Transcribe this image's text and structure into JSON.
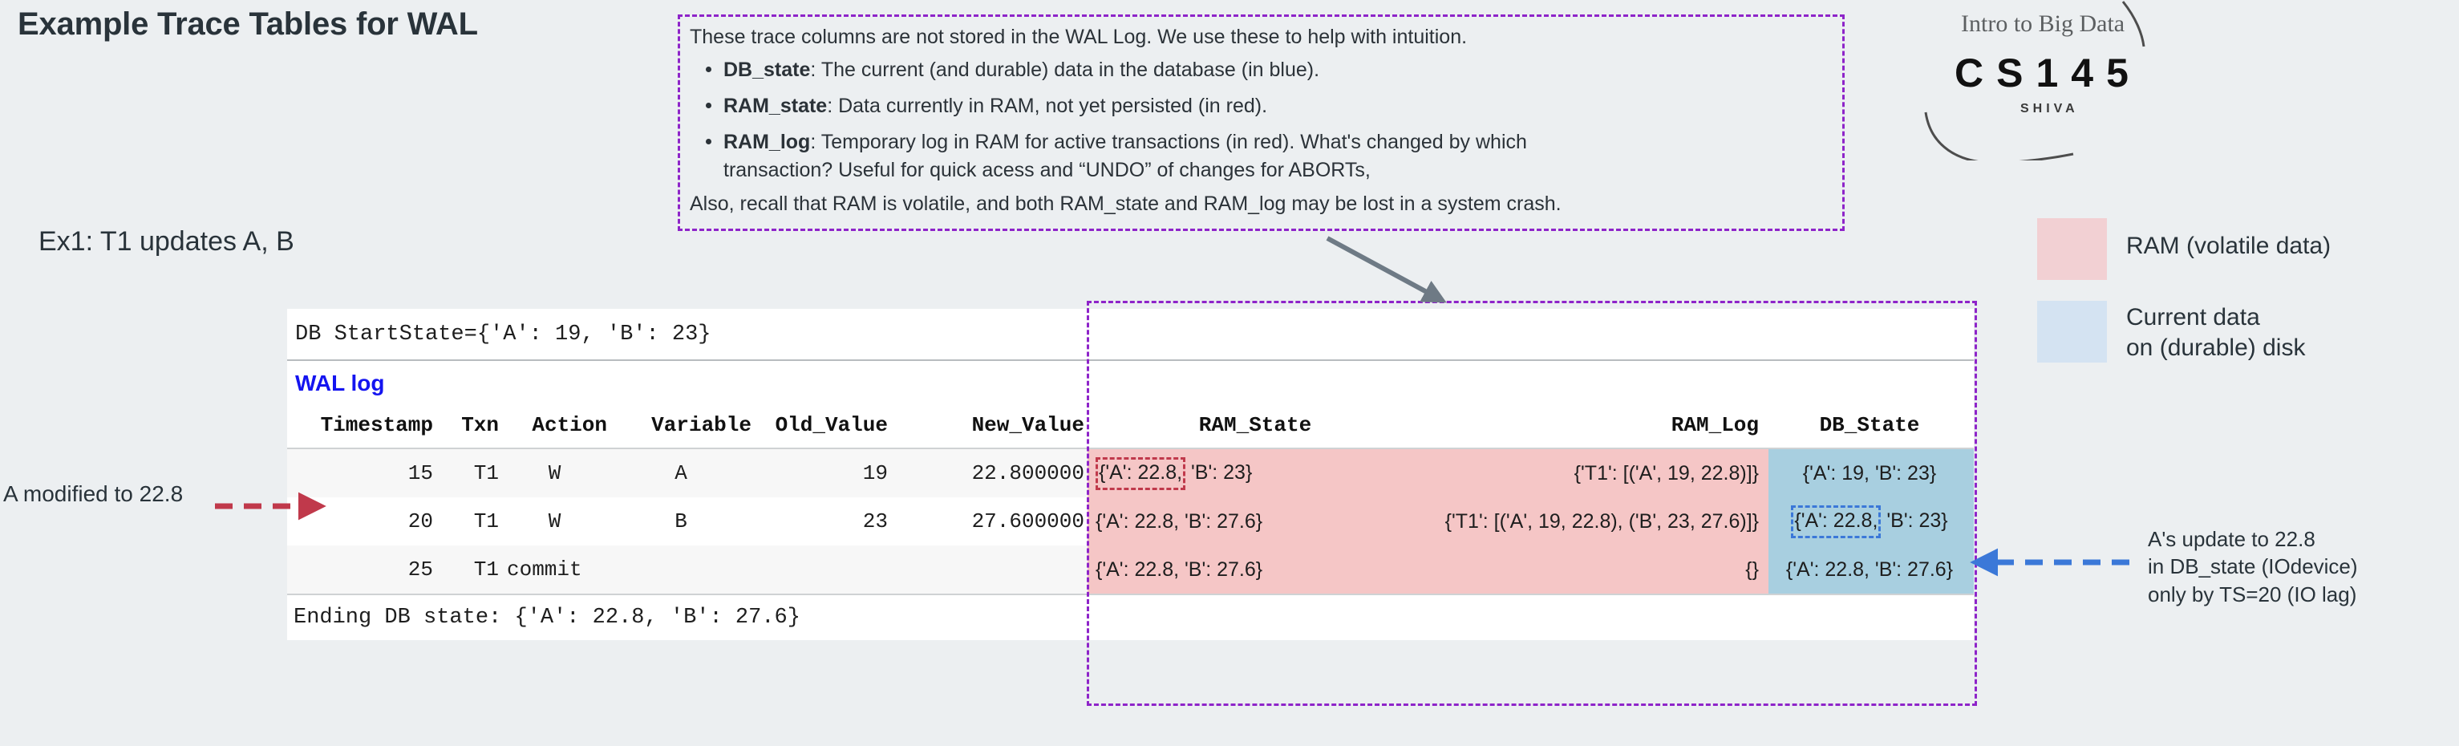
{
  "page": {
    "title": "Example Trace Tables for WAL",
    "background_color": "#eceff1"
  },
  "note_box": {
    "intro": "These trace columns are not stored in the WAL Log. We use these to help with intuition.",
    "bullets": [
      {
        "term": "DB_state",
        "text": ": The current (and durable) data in the database (in blue)."
      },
      {
        "term": "RAM_state",
        "text": ": Data currently in RAM, not yet persisted (in red)."
      },
      {
        "term": "RAM_log",
        "text": ": Temporary log in RAM for active transactions (in red). What's changed by which"
      }
    ],
    "bullet3_continuation": "transaction? Useful for quick acess and “UNDO” of changes for ABORTs,",
    "footer": "Also, recall that RAM is volatile, and both RAM_state and RAM_log may be lost in a system crash.",
    "border_color": "#8e24c9"
  },
  "logo": {
    "subtitle": "Intro to Big Data",
    "title": "CS145",
    "author": "SHIVA"
  },
  "example": {
    "heading": "Ex1: T1 updates A, B"
  },
  "legend": {
    "items": [
      {
        "label": "RAM (volatile data)",
        "color": "#f2d0d3"
      },
      {
        "label": "Current data\non (durable) disk",
        "color": "#d4e3f2"
      }
    ]
  },
  "table": {
    "start_state": "DB StartState={'A': 19, 'B': 23}",
    "wal_log_title": "WAL log",
    "wal_log_color": "#1414f0",
    "headers": [
      "Timestamp",
      "Txn",
      "Action",
      "Variable",
      "Old_Value",
      "New_Value"
    ],
    "trace_headers": [
      "RAM_State",
      "RAM_Log",
      "DB_State"
    ],
    "rows": [
      {
        "timestamp": "15",
        "txn": "T1",
        "action": "W",
        "variable": "A",
        "old_value": "19",
        "new_value": "22.800000",
        "ram_state_hl": "{'A': 22.8,",
        "ram_state_rest": " 'B': 23}",
        "ram_log": "{'T1': [('A', 19, 22.8)]}",
        "db_state_hl": "",
        "db_state_full": "{'A': 19, 'B': 23}"
      },
      {
        "timestamp": "20",
        "txn": "T1",
        "action": "W",
        "variable": "B",
        "old_value": "23",
        "new_value": "27.600000",
        "ram_state_full": "{'A': 22.8, 'B': 27.6}",
        "ram_log": "{'T1': [('A', 19, 22.8), ('B', 23, 27.6)]}",
        "db_state_hl": "{'A': 22.8,",
        "db_state_rest": " 'B': 23}"
      },
      {
        "timestamp": "25",
        "txn": "T1",
        "action": "commit",
        "variable": "",
        "old_value": "",
        "new_value": "",
        "ram_state_full": "{'A': 22.8, 'B': 27.6}",
        "ram_log": "{}",
        "db_state_full": "{'A': 22.8, 'B': 27.6}"
      }
    ],
    "ending_state": "Ending DB state: {'A': 22.8, 'B': 27.6}",
    "ram_color": "#f5c6c6",
    "db_color": "#a8cfe0",
    "trace_border_color": "#8e24c9"
  },
  "annotations": {
    "left": "A modified to 22.8",
    "left_arrow_color": "#c0394b",
    "right_line1": "A's update to 22.8",
    "right_line2": "in DB_state (IOdevice)",
    "right_line3": "only by TS=20 (IO lag)",
    "right_arrow_color": "#3b78d8",
    "pointer_arrow_color": "#6e7a85"
  }
}
